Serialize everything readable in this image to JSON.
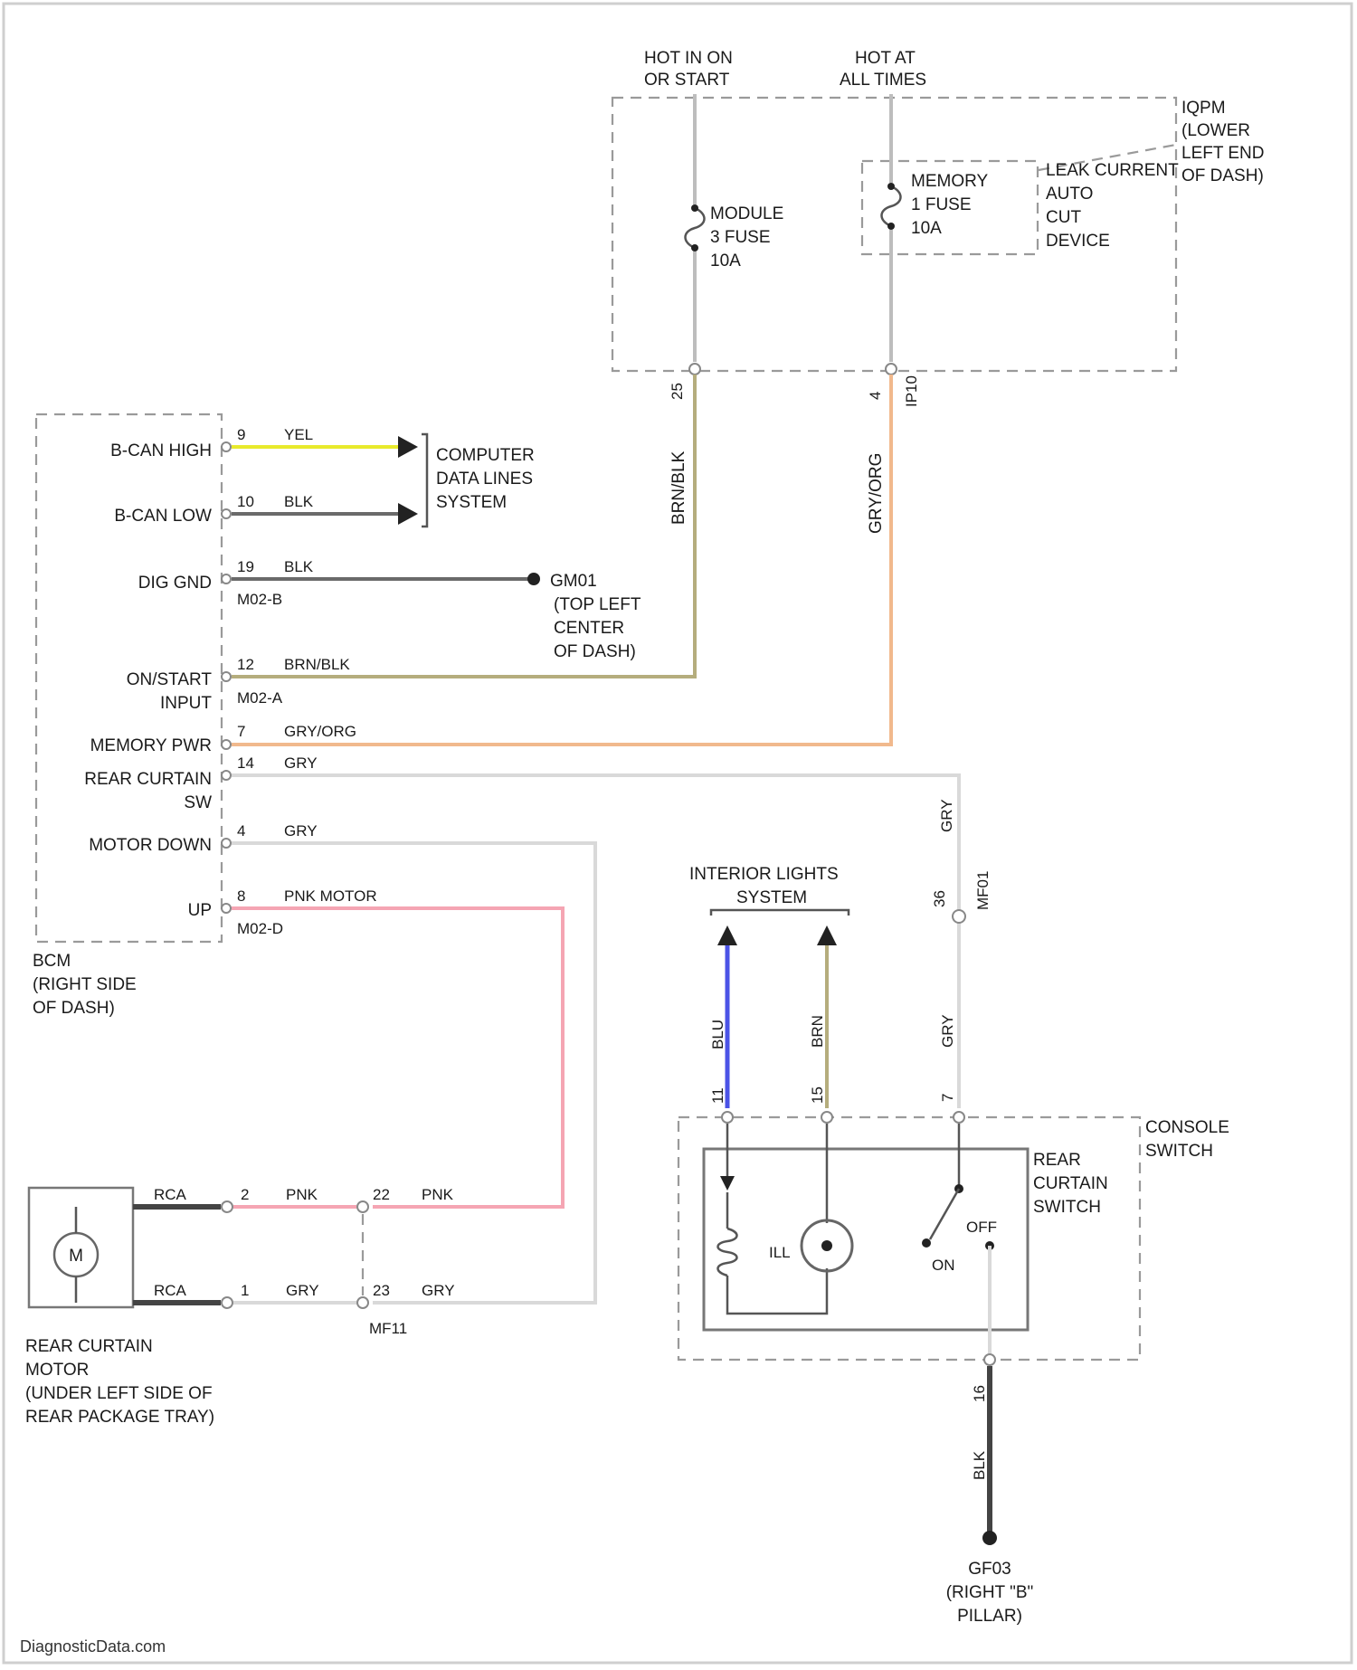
{
  "header": {
    "hot_in_on_1": "HOT IN ON",
    "hot_in_on_2": "OR START",
    "hot_at_1": "HOT AT",
    "hot_at_2": "ALL TIMES"
  },
  "iqpm": {
    "line1": "IQPM",
    "line2": "(LOWER",
    "line3": "LEFT END",
    "line4": "OF DASH)",
    "module_fuse_1": "MODULE",
    "module_fuse_2": "3 FUSE",
    "module_fuse_3": "10A",
    "memory_fuse_1": "MEMORY",
    "memory_fuse_2": "1 FUSE",
    "memory_fuse_3": "10A",
    "leak_1": "LEAK CURRENT",
    "leak_2": "AUTO",
    "leak_3": "CUT",
    "leak_4": "DEVICE",
    "pin_brn": "25",
    "pin_gry": "4",
    "conn_gry": "IP10"
  },
  "vertical_wires": {
    "brn_blk": "BRN/BLK",
    "gry_org": "GRY/ORG"
  },
  "bcm": {
    "title_1": "BCM",
    "title_2": "(RIGHT SIDE",
    "title_3": "OF DASH)",
    "pins": [
      {
        "label": "B-CAN HIGH",
        "num": "9",
        "color": "YEL"
      },
      {
        "label": "B-CAN LOW",
        "num": "10",
        "color": "BLK"
      },
      {
        "label": "DIG GND",
        "num": "19",
        "color": "BLK",
        "conn": "M02-B"
      },
      {
        "label1": "ON/START",
        "label2": "INPUT",
        "num": "12",
        "color": "BRN/BLK",
        "conn": "M02-A"
      },
      {
        "label": "MEMORY PWR",
        "num": "7",
        "color": "GRY/ORG"
      },
      {
        "label1": "REAR CURTAIN",
        "label2": "SW",
        "num": "14",
        "color": "GRY"
      },
      {
        "label": "MOTOR DOWN",
        "num": "4",
        "color": "GRY"
      },
      {
        "label": "UP",
        "num": "8",
        "color": "PNK MOTOR",
        "conn": "M02-D"
      }
    ]
  },
  "computer_data": {
    "line1": "COMPUTER",
    "line2": "DATA LINES",
    "line3": "SYSTEM"
  },
  "ground_gm": {
    "id": "GM01",
    "line1": "(TOP LEFT",
    "line2": "CENTER",
    "line3": "OF DASH)"
  },
  "interior": {
    "line1": "INTERIOR LIGHTS",
    "line2": "SYSTEM",
    "blu": "BLU",
    "brn": "BRN",
    "gry": "GRY",
    "pin_blu": "11",
    "pin_brn": "15",
    "pin_gry": "7",
    "gry_upper": "GRY",
    "pin_36": "36",
    "conn_mf": "MF01"
  },
  "console": {
    "line1": "CONSOLE",
    "line2": "SWITCH",
    "rcs_1": "REAR",
    "rcs_2": "CURTAIN",
    "rcs_3": "SWITCH",
    "ill": "ILL",
    "off": "OFF",
    "on": "ON",
    "pin_ground": "16",
    "ground_color": "BLK"
  },
  "ground_gf": {
    "id": "GF03",
    "line1": "(RIGHT \"B\"",
    "line2": "PILLAR)"
  },
  "motor": {
    "symbol": "M",
    "line1": "REAR CURTAIN",
    "line2": "MOTOR",
    "line3": "(UNDER LEFT SIDE OF",
    "line4": "REAR PACKAGE TRAY)",
    "rca": "RCA",
    "pin_pnk": "2",
    "pin_gry": "1",
    "color_pnk": "PNK",
    "color_gry": "GRY",
    "splice_pnk": "22",
    "splice_gry": "23",
    "splice_pnk_color": "PNK",
    "splice_gry_color": "GRY",
    "conn": "MF11"
  },
  "watermark": "DiagnosticData.com"
}
